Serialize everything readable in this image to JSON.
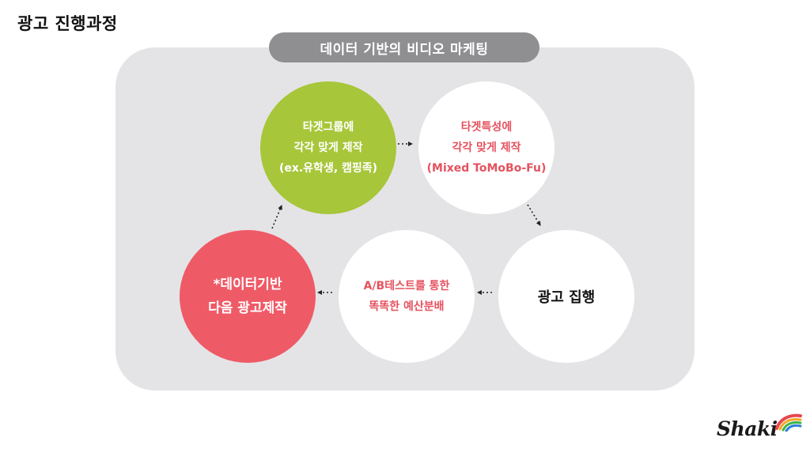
{
  "page": {
    "title": "광고 진행과정"
  },
  "banner": {
    "text": "데이터 기반의 비디오 마케팅"
  },
  "steps": {
    "target_group": {
      "lines": [
        "타겟그룹에",
        "각각 맞게 제작",
        "(ex.유학생, 캠핑족)"
      ],
      "color": "#a7c63a"
    },
    "target_trait": {
      "lines": [
        "타겟특성에",
        "각각 맞게 제작",
        "(Mixed ToMoBo-Fu)"
      ],
      "color": "#ffffff"
    },
    "execution": {
      "lines": [
        "광고 집행"
      ],
      "color": "#ffffff"
    },
    "ab_test": {
      "lines": [
        "A/B테스트를 통한",
        "똑똑한 예산분배"
      ],
      "color": "#ffffff"
    },
    "data_based": {
      "lines": [
        "*데이터기반",
        "다음 광고제작"
      ],
      "color": "#ef5a67"
    }
  },
  "logo": {
    "text": "Shaki",
    "icon": "rainbow-swoosh-icon"
  },
  "colors": {
    "panel": "#e4e4e6",
    "banner": "#8f8f91",
    "accent_red": "#e5525f",
    "accent_green": "#a7c63a"
  }
}
